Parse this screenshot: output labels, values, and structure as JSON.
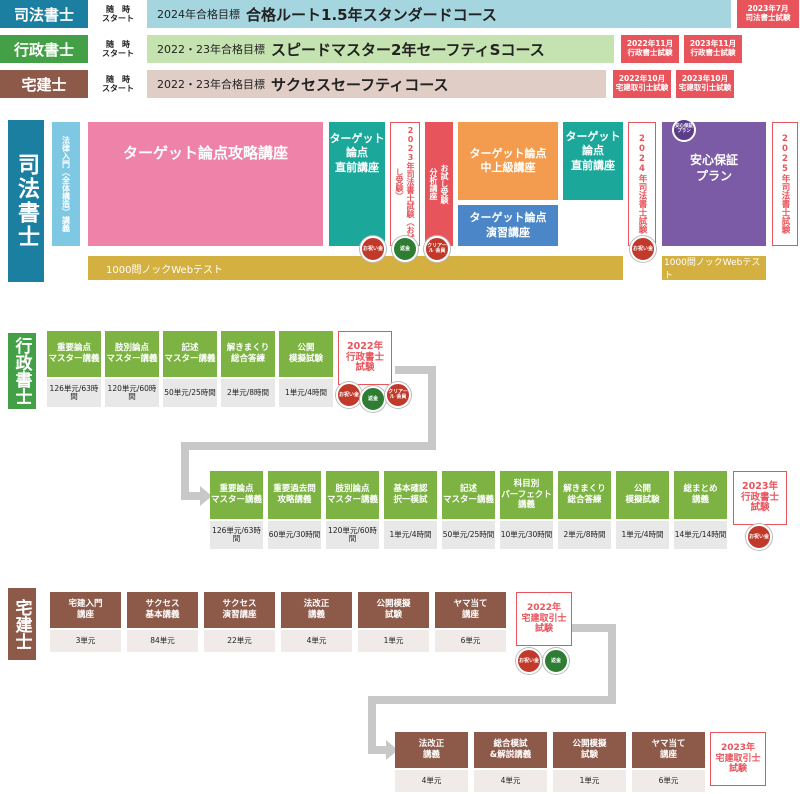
{
  "header": {
    "rows": [
      {
        "tag": "司法書士",
        "tag_color": "#1a7fa0",
        "timing": "随　時\nスタート",
        "target": "2024年合格目標",
        "course": "合格ルート1.5年スタンダードコース",
        "bar_color": "#a5d6df",
        "exams": [
          {
            "text": "2023年7月\n司法書士試験"
          }
        ]
      },
      {
        "tag": "行政書士",
        "tag_color": "#43a047",
        "timing": "随　時\nスタート",
        "target": "2022・23年合格目標",
        "course": "スピードマスター2年セーフティSコース",
        "bar_color": "#c5e3b0",
        "exams": [
          {
            "text": "2022年11月\n行政書士試験"
          },
          {
            "text": "2023年11月\n行政書士試験"
          }
        ]
      },
      {
        "tag": "宅建士",
        "tag_color": "#8d5a4a",
        "timing": "随　時\nスタート",
        "target": "2022・23年合格目標",
        "course": "サクセスセーフティコース",
        "bar_color": "#e0cdc6",
        "exams": [
          {
            "text": "2022年10月\n宅建取引士試験"
          },
          {
            "text": "2023年10月\n宅建取引士試験"
          }
        ]
      }
    ]
  },
  "shiho": {
    "title": "司法書士",
    "intro": "法律入門（全体構造）講義",
    "main": "ターゲット論点攻略講座",
    "chokuzen1": "ターゲット\n論点\n直前講座",
    "exam2023": "2023年司法書士試験（お試し受験）",
    "bunseki": "お試し受験\n分析講座",
    "jokyu": "ターゲット論点\n中上級講座",
    "enshu": "ターゲット論点\n演習講座",
    "chokuzen2": "ターゲット\n論点\n直前講座",
    "exam2024": "2024年司法書士試験",
    "anshin": "安心保証\nプラン",
    "anshin_icon": "安心保証プラン",
    "exam2025": "2025年司法書士試験",
    "knock1": "1000問ノックWebテスト",
    "knock2": "1000問ノックWebテスト",
    "badges": [
      "お祝い金",
      "返金",
      "クリアール\n会員"
    ]
  },
  "gyosei": {
    "title": "行政書士",
    "row1": [
      {
        "name": "重要論点\nマスター講義",
        "unit": "126単元/63時間"
      },
      {
        "name": "肢別論点\nマスター講義",
        "unit": "120単元/60時間"
      },
      {
        "name": "記述\nマスター講義",
        "unit": "50単元/25時間"
      },
      {
        "name": "解きまくり\n総合答練",
        "unit": "2単元/8時間"
      },
      {
        "name": "公開\n模擬試験",
        "unit": "1単元/4時間"
      }
    ],
    "exam2022": "2022年\n行政書士\n試験",
    "row2": [
      {
        "name": "重要論点\nマスター講義",
        "unit": "126単元/63時間"
      },
      {
        "name": "重要過去問\n攻略講義",
        "unit": "60単元/30時間"
      },
      {
        "name": "肢別論点\nマスター講義",
        "unit": "120単元/60時間"
      },
      {
        "name": "基本確認\n択一模試",
        "unit": "1単元/4時間"
      },
      {
        "name": "記述\nマスター講義",
        "unit": "50単元/25時間"
      },
      {
        "name": "科目別\nパーフェクト講義",
        "unit": "10単元/30時間"
      },
      {
        "name": "解きまくり\n総合答練",
        "unit": "2単元/8時間"
      },
      {
        "name": "公開\n模擬試験",
        "unit": "1単元/4時間"
      },
      {
        "name": "総まとめ\n講義",
        "unit": "14単元/14時間"
      }
    ],
    "exam2023": "2023年\n行政書士\n試験",
    "badges": [
      "お祝い金",
      "返金",
      "クリアール\n会員"
    ]
  },
  "takken": {
    "title": "宅建士",
    "row1": [
      {
        "name": "宅建入門\n講座",
        "unit": "3単元"
      },
      {
        "name": "サクセス\n基本講義",
        "unit": "84単元"
      },
      {
        "name": "サクセス\n演習講座",
        "unit": "22単元"
      },
      {
        "name": "法改正\n講義",
        "unit": "4単元"
      },
      {
        "name": "公開模擬\n試験",
        "unit": "1単元"
      },
      {
        "name": "ヤマ当て\n講座",
        "unit": "6単元"
      }
    ],
    "exam2022": "2022年\n宅建取引士\n試験",
    "row2": [
      {
        "name": "法改正\n講義",
        "unit": "4単元"
      },
      {
        "name": "総合模試\n&解説講義",
        "unit": "4単元"
      },
      {
        "name": "公開模擬\n試験",
        "unit": "1単元"
      },
      {
        "name": "ヤマ当て\n講座",
        "unit": "6単元"
      }
    ],
    "exam2023": "2023年\n宅建取引士\n試験",
    "badges": [
      "お祝い金",
      "返金"
    ]
  },
  "colors": {
    "shiho": "#1a7fa0",
    "gyosei": "#43a047",
    "takken": "#8d5a4a",
    "pink": "#ee82a8",
    "teal": "#1ba89a",
    "orange": "#f39c4f",
    "blue": "#4a86c8",
    "purple": "#7b5aa6",
    "gold": "#d4b040",
    "red": "#e8545c"
  }
}
